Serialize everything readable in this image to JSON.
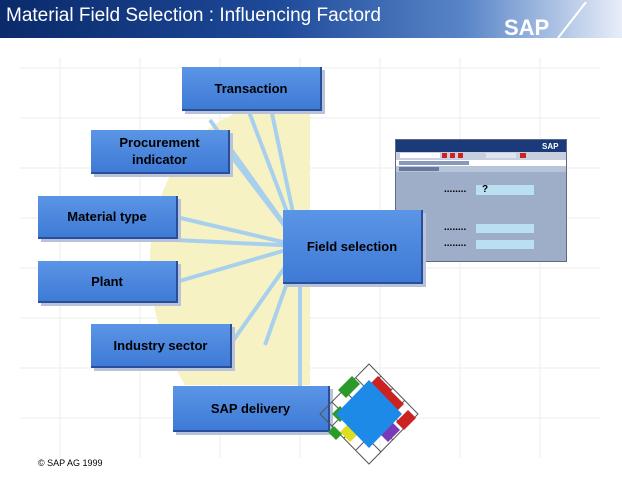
{
  "title": "Material Field Selection : Influencing Factord",
  "logo_text": "SAP",
  "factors": {
    "transaction": "Transaction",
    "procurement": "Procurement indicator",
    "material_type": "Material type",
    "plant": "Plant",
    "industry_sector": "Industry sector",
    "sap_delivery": "SAP delivery"
  },
  "center_label": "Field selection",
  "screen": {
    "dots": "........",
    "question": "?",
    "logo": "SAP"
  },
  "copyright": "© SAP AG 1999",
  "colors": {
    "box_fill": "#4a88e0",
    "ray": "#a8d0ec",
    "fan": "#f6f2c4",
    "header": "#0a2a6a"
  }
}
